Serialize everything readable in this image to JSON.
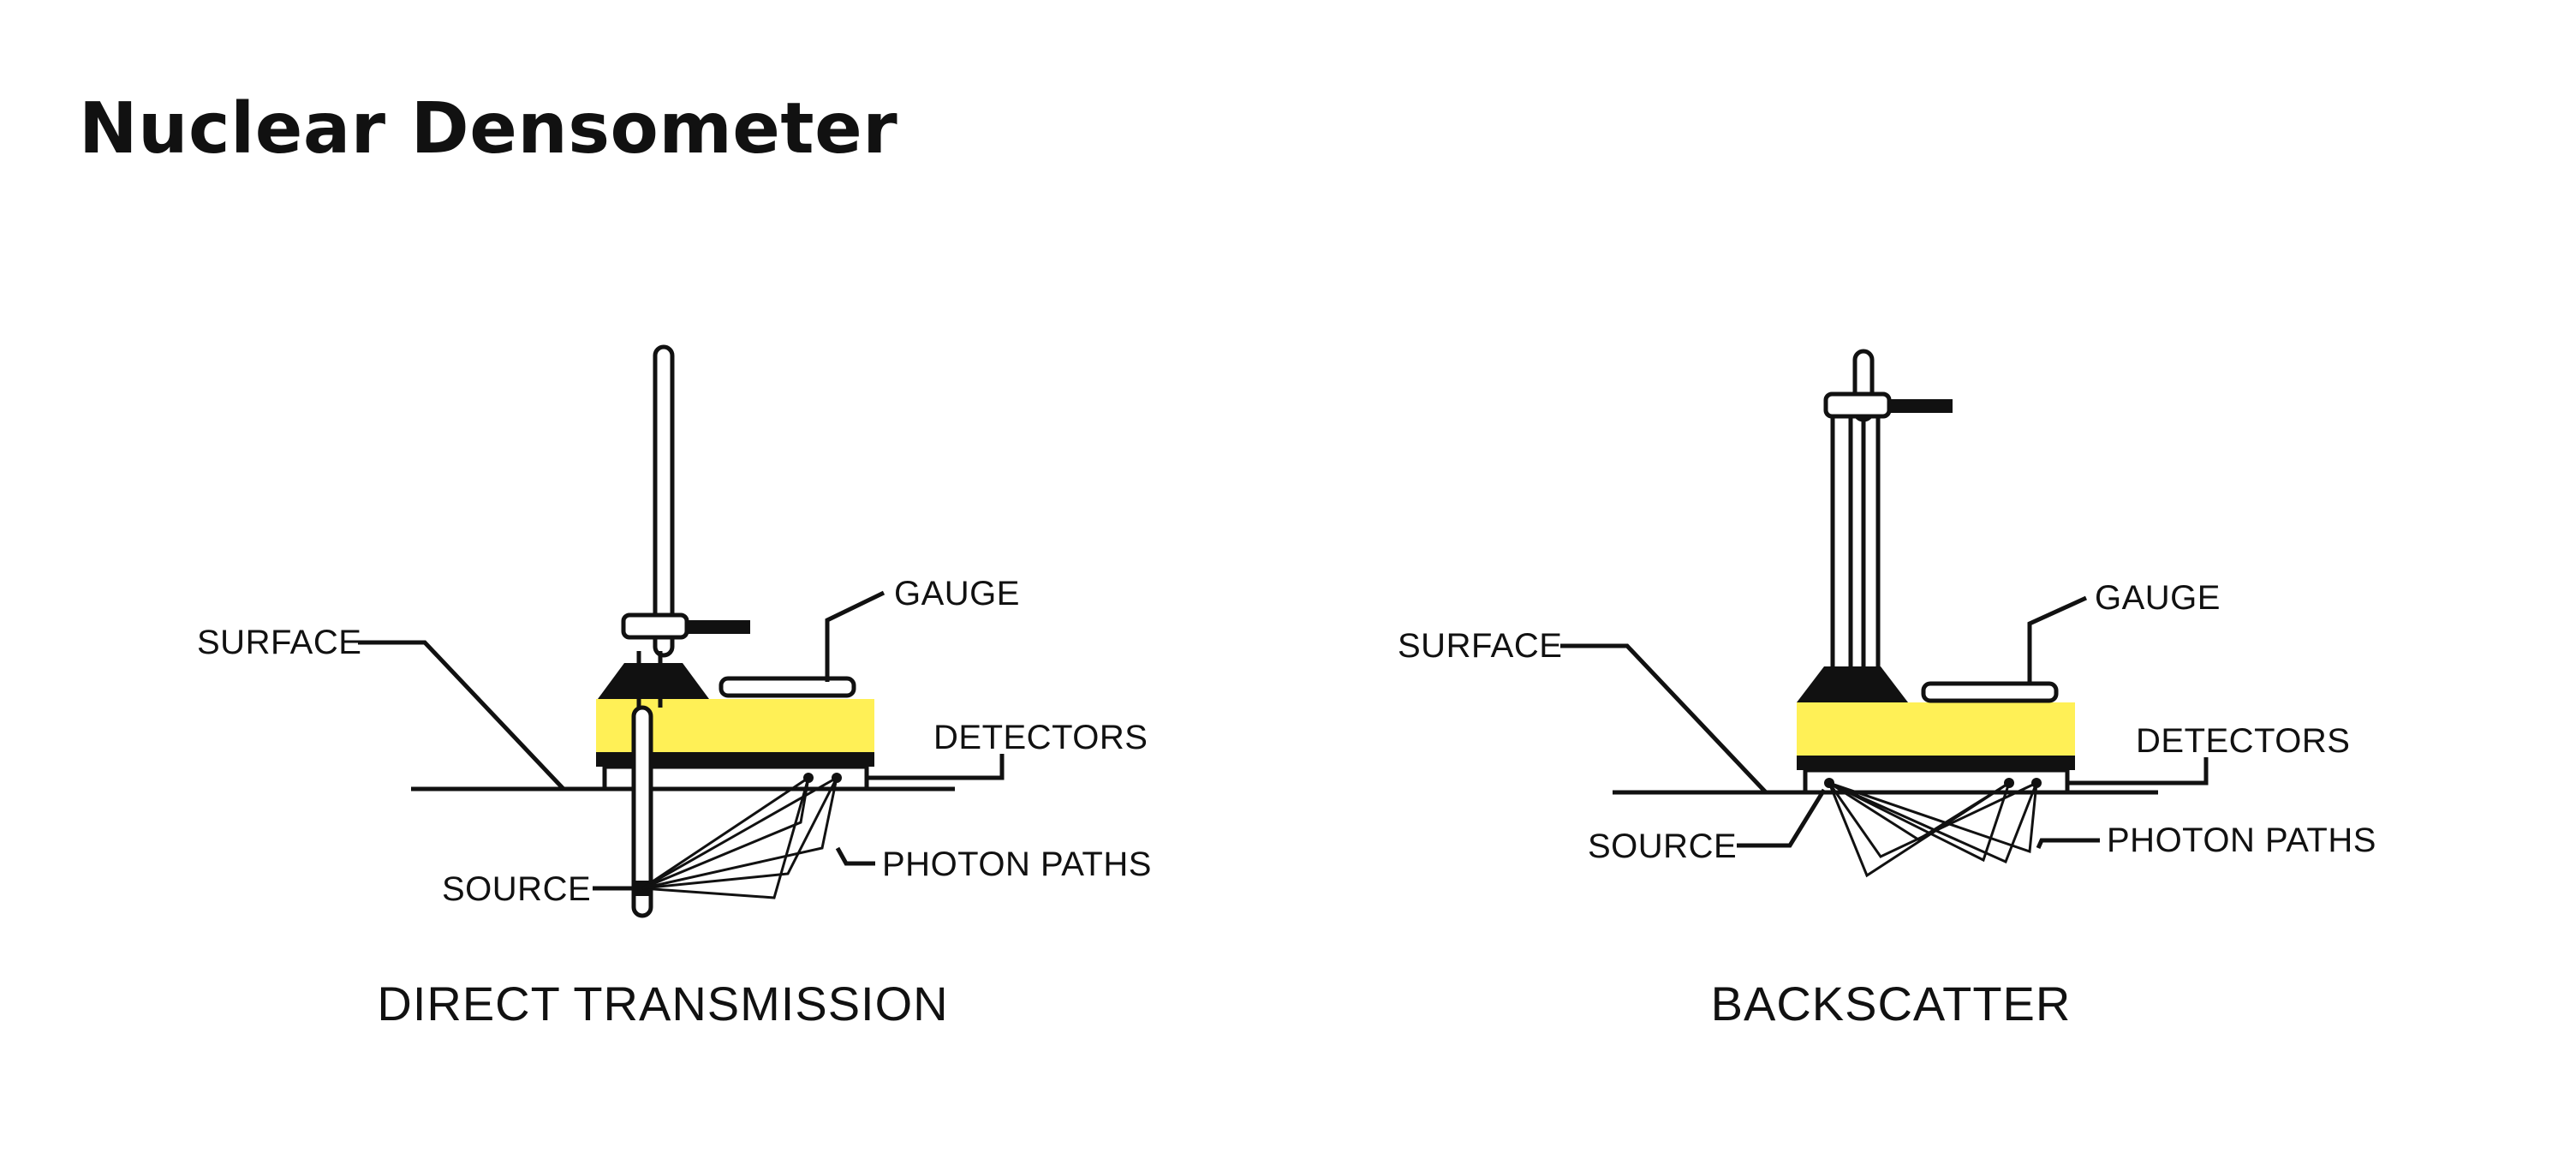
{
  "title": "Nuclear Densometer",
  "colors": {
    "gauge_body": "#FFF056",
    "line": "#111111",
    "background": "#FFFFFF"
  },
  "panels": [
    {
      "caption": "DIRECT TRANSMISSION",
      "labels": {
        "gauge": "GAUGE",
        "surface": "SURFACE",
        "detectors": "DETECTORS",
        "photon_paths": "PHOTON PATHS",
        "source": "SOURCE"
      }
    },
    {
      "caption": "BACKSCATTER",
      "labels": {
        "gauge": "GAUGE",
        "surface": "SURFACE",
        "detectors": "DETECTORS",
        "photon_paths": "PHOTON PATHS",
        "source": "SOURCE"
      }
    }
  ]
}
